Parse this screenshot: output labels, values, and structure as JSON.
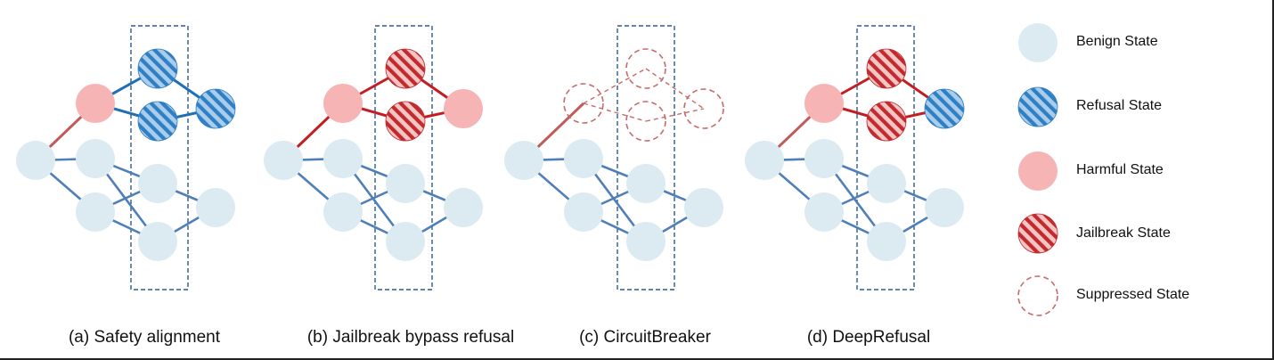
{
  "colors": {
    "benign": "#dceaf1",
    "refusal_stripe": "#2f7fc4",
    "refusal_light": "#a9cdea",
    "harmful": "#f6b4b5",
    "jailbreak_stripe": "#c22a2d",
    "jailbreak_light": "#f3c6c6",
    "suppressed_stroke": "#c66a6a",
    "edge_blue": "#4f7fb8",
    "edge_red_soft": "#c25a5a",
    "edge_red": "#c21e22",
    "edge_refusal": "#1f6fb5",
    "box_stroke": "#2f5a8a"
  },
  "panels": [
    {
      "caption": "(a) Safety alignment",
      "nodes": [
        "benign",
        "benign",
        "benign",
        "benign",
        "benign",
        "benign",
        "harmful",
        "refusal",
        "refusal",
        "refusal"
      ],
      "edges_upper": [
        "soft",
        "refusal",
        "refusal",
        "soft",
        "soft",
        "refusal"
      ]
    },
    {
      "caption": "(b) Jailbreak bypass refusal",
      "nodes": [
        "benign",
        "benign",
        "benign",
        "benign",
        "benign",
        "benign",
        "harmful",
        "jailbreak",
        "jailbreak",
        "harmful"
      ],
      "edges_upper": [
        "red",
        "red",
        "red",
        "red",
        "red",
        "red"
      ]
    },
    {
      "caption": "(c) CircuitBreaker",
      "nodes": [
        "benign",
        "benign",
        "benign",
        "benign",
        "benign",
        "benign",
        "suppressed",
        "suppressed",
        "suppressed",
        "suppressed"
      ],
      "edges_upper": [
        "soft",
        "dashed",
        "dashed",
        "dashed",
        "dashed",
        "dashed"
      ]
    },
    {
      "caption": "(d) DeepRefusal",
      "nodes": [
        "benign",
        "benign",
        "benign",
        "benign",
        "benign",
        "benign",
        "harmful",
        "jailbreak",
        "jailbreak",
        "refusal"
      ],
      "edges_upper": [
        "soft",
        "red",
        "red",
        "red",
        "red",
        "refusal"
      ]
    }
  ],
  "legend": [
    {
      "label": "Benign State",
      "type": "benign"
    },
    {
      "label": "Refusal State",
      "type": "refusal"
    },
    {
      "label": "Harmful State",
      "type": "harmful"
    },
    {
      "label": "Jailbreak State",
      "type": "jailbreak"
    },
    {
      "label": "Suppressed State",
      "type": "suppressed"
    }
  ]
}
